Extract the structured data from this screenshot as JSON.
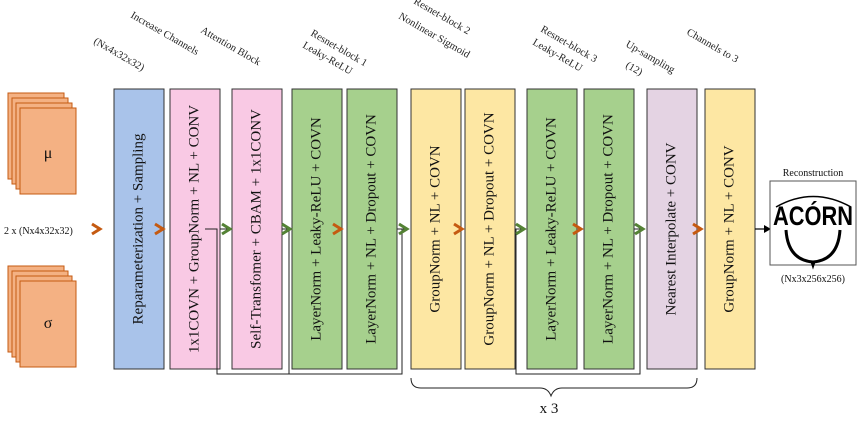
{
  "inputs": {
    "mu_label": "μ",
    "sigma_label": "σ",
    "input_label": "2 x (Nx4x32x32)"
  },
  "top_labels": {
    "shape": "(Nx4x32x32)",
    "increase_channels": "Increase Channels",
    "attention_block": "Attention Block",
    "resnet1_a": "Resnet-block 1",
    "resnet1_b": "Leaky-ReLU",
    "resnet2_a": "Resnet-block 2",
    "resnet2_b": "Nonlinear Sigmoid",
    "resnet3_a": "Resnet-block 3",
    "resnet3_b": "Leaky-ReLU",
    "upsampling_a": "Up-sampling",
    "upsampling_b": "(12)",
    "channels_to_3": "Channels to 3"
  },
  "blocks": [
    {
      "label": "Reparameterization + Sampling",
      "color": "#a9c3ea"
    },
    {
      "label": "1x1COVN + GroupNorm + NL + CONV",
      "color": "#f9c9e4"
    },
    {
      "label": "Self-Transfomer + CBAM + 1x1CONV",
      "color": "#f9c9e4"
    },
    {
      "label": "LayerNorm + Leaky-ReLU + COVN",
      "color": "#a6d08d"
    },
    {
      "label": "LayerNorm + NL + Dropout + COVN",
      "color": "#a6d08d"
    },
    {
      "label": "GroupNorm + NL + COVN",
      "color": "#fde7a3"
    },
    {
      "label": "GroupNorm + NL + Dropout + COVN",
      "color": "#fde7a3"
    },
    {
      "label": "LayerNorm + Leaky-ReLU + COVN",
      "color": "#a6d08d"
    },
    {
      "label": "LayerNorm + NL + Dropout + COVN",
      "color": "#a6d08d"
    },
    {
      "label": "Nearest Interpolate + CONV",
      "color": "#e4d3e3"
    },
    {
      "label": "GroupNorm + NL + CONV",
      "color": "#fde7a3"
    }
  ],
  "repeat_label": "x 3",
  "output": {
    "title": "Reconstruction",
    "logo_text": "ACÓRN",
    "shape": "(Nx3x256x256)"
  },
  "colors": {
    "orange_arrow": "#c55a11",
    "green_arrow": "#548235",
    "feature_map": "#f4b183",
    "feature_map_edge": "#c55a11"
  }
}
